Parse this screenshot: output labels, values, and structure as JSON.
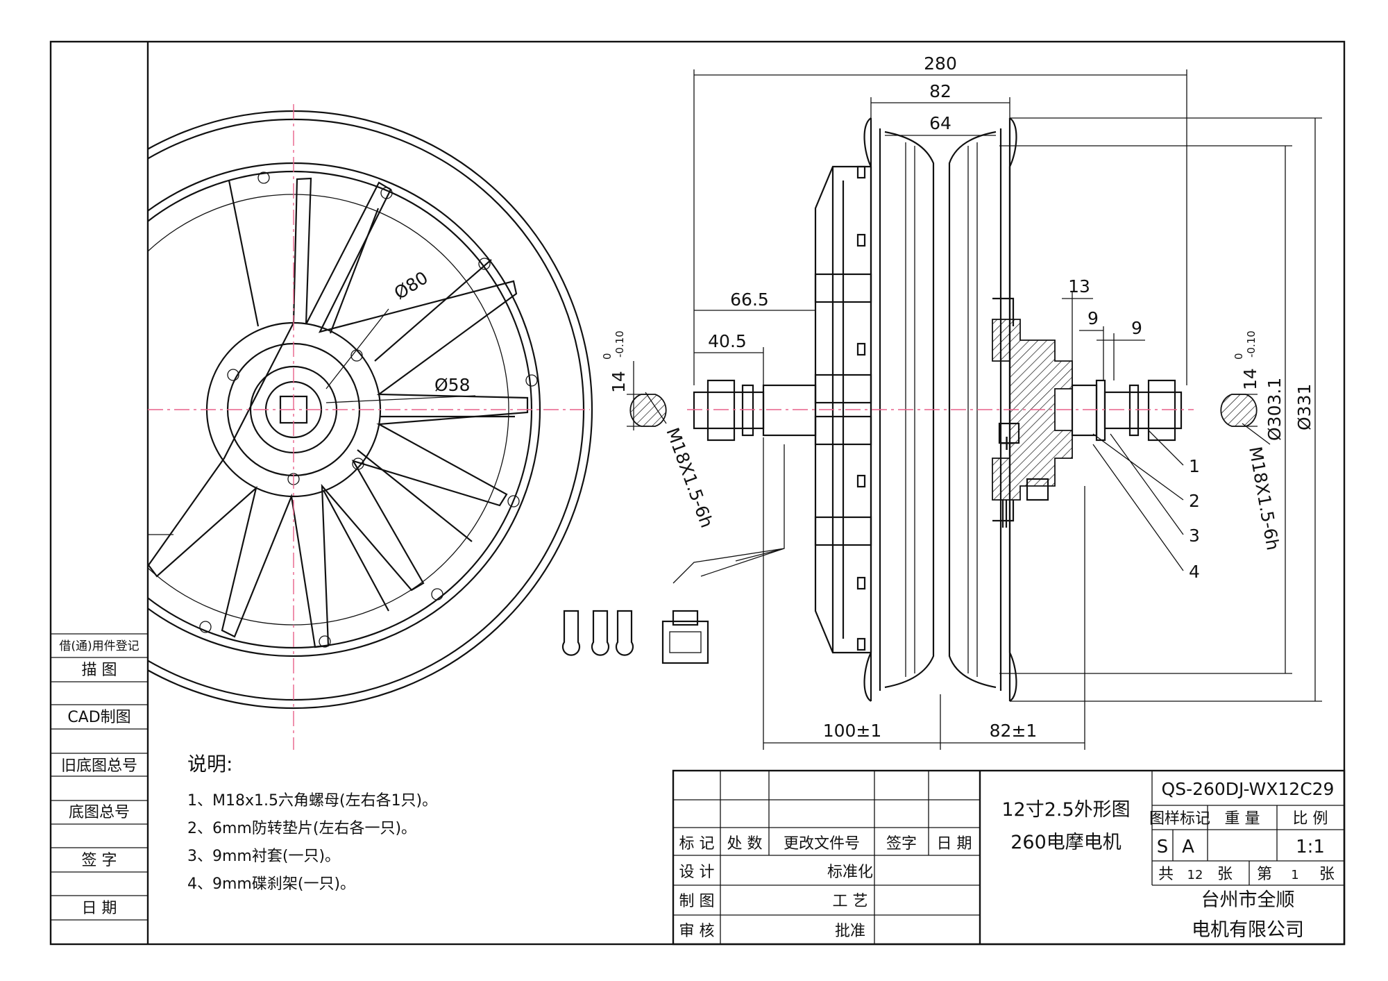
{
  "side_labels": [
    "借(通)用件登记",
    "描  图",
    "CAD制图",
    "旧底图总号",
    "底图总号",
    "签   字",
    "日   期"
  ],
  "dimensions": {
    "overall_width": "280",
    "rim_width": "82",
    "rim_inner": "64",
    "left_axle": "66.5",
    "left_axle_inner": "40.5",
    "bearing_13": "13",
    "spacer_9a": "9",
    "spacer_9b": "9",
    "bottom_left": "100±1",
    "bottom_right": "82±1",
    "dia_80": "Ø80",
    "dia_58": "Ø58",
    "dia_303": "Ø303.1",
    "dia_331": "Ø331",
    "flat_14": "14",
    "flat_14_tol_upper": "0",
    "flat_14_tol_lower": "-0.10",
    "thread": "M18X1.5-6h"
  },
  "callouts": [
    "1",
    "2",
    "3",
    "4"
  ],
  "notes": {
    "title": "说明:",
    "items": [
      "1、M18x1.5六角螺母(左右各1只)。",
      "2、6mm防转垫片(左右各一只)。",
      "3、9mm衬套(一只)。",
      "4、9mm碟刹架(一只)。"
    ]
  },
  "title_block": {
    "drawing_no": "QS-260DJ-WX12C29",
    "title_line1": "12寸2.5外形图",
    "title_line2": "260电摩电机",
    "headers": {
      "mark": "标 记",
      "count": "处 数",
      "doc": "更改文件号",
      "sign": "签字",
      "date": "日 期"
    },
    "roles": {
      "design": "设 计",
      "draw": "制 图",
      "review": "审 核",
      "standard": "标准化",
      "process": "工 艺",
      "approve": "批准"
    },
    "sample_mark": "图样标记",
    "weight": "重 量",
    "scale_label": "比 例",
    "mark_s": "S",
    "mark_a": "A",
    "scale": "1:1",
    "sheets_total_label": "共",
    "sheets_total": "12",
    "sheets_unit": "张",
    "sheet_label": "第",
    "sheet_no": "1",
    "sheet_unit": "张",
    "company_line1": "台州市全顺",
    "company_line2": "电机有限公司"
  },
  "colors": {
    "centerline": "#e8608a",
    "line": "#111111",
    "background": "#ffffff"
  }
}
